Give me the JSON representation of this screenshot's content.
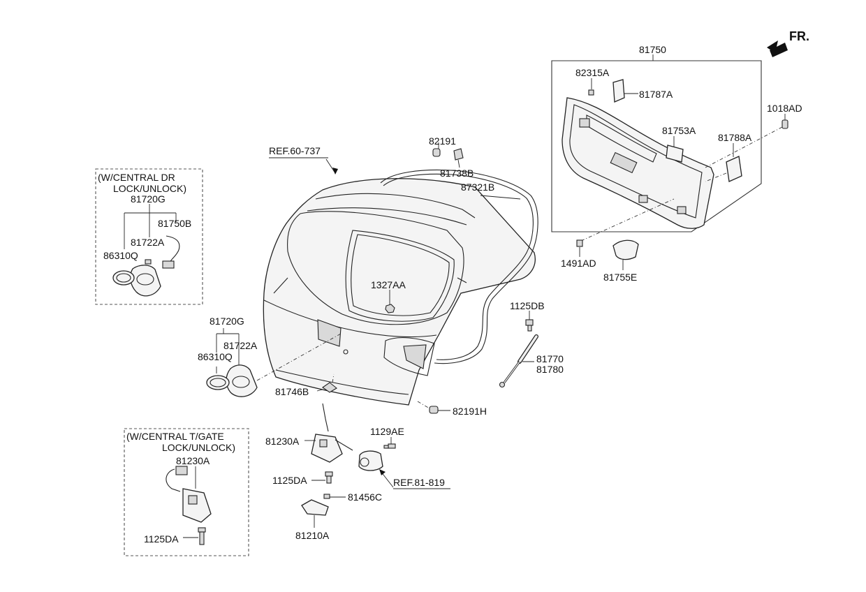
{
  "diagram": {
    "fr_label": "FR.",
    "ref_links": [
      "REF.60-737",
      "REF.81-819"
    ],
    "option_boxes": [
      {
        "lines": [
          "(W/CENTRAL DR",
          "LOCK/UNLOCK)"
        ]
      },
      {
        "lines": [
          "(W/CENTRAL T/GATE",
          "LOCK/UNLOCK)"
        ]
      }
    ],
    "part_labels": [
      "81750",
      "82315A",
      "81787A",
      "1018AD",
      "81753A",
      "81788A",
      "1491AD",
      "81755E",
      "82191",
      "81738B",
      "87321B",
      "1327AA",
      "1125DB",
      "81770",
      "81780",
      "81720G",
      "81722A",
      "81750B",
      "86310Q",
      "81720G",
      "81722A",
      "86310Q",
      "81746B",
      "82191H",
      "81230A",
      "1129AE",
      "1125DA",
      "81456C",
      "81210A",
      "81230A",
      "1125DA"
    ]
  }
}
